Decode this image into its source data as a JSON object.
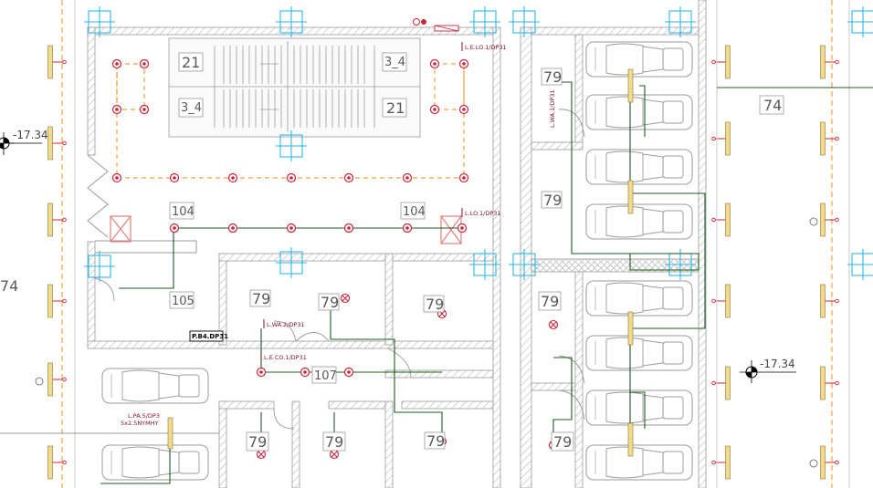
{
  "drawing": {
    "elevations": [
      "-17.34",
      "-17.34"
    ],
    "room_numbers": {
      "stair_a": "21",
      "stair_b": "3_4",
      "stair_c": "3_4",
      "stair_d": "21",
      "r104a": "104",
      "r104b": "104",
      "r105": "105",
      "r107": "107",
      "r74a": "74",
      "r74b": "74",
      "r79": [
        "79",
        "79",
        "79",
        "79",
        "79",
        "79",
        "79",
        "79",
        "79",
        "79"
      ]
    },
    "circuit_labels": {
      "lelo": "L.E.LO.1/DP31",
      "llo": "L.LO.1/DP31",
      "lwa1": "L.WA.1/DP31",
      "lwa2": "L.WA.2/DP31",
      "leco": "L.E.CO.1/DP31",
      "lpa5": "L.PA.5/DP3",
      "cable": "5x2.5NYMHY",
      "panel": "P.B4.DP31"
    },
    "colors": {
      "wall": "#9a9a9a",
      "hatch": "#b5b5b5",
      "circuit": "#1e5a1e",
      "fixture": "#c8253a",
      "dashed": "#f0a040",
      "grid": "#2fb6e8",
      "light_bar": "#f3d98a"
    }
  }
}
